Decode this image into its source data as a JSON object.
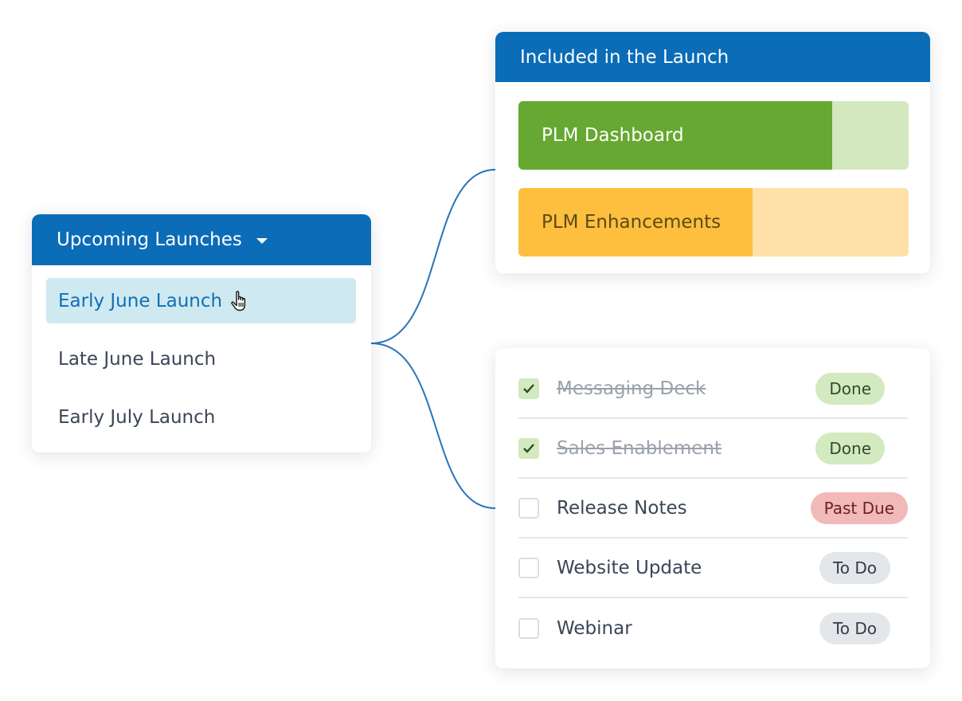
{
  "launches": {
    "title": "Upcoming Launches",
    "items": [
      {
        "label": "Early June Launch",
        "selected": true
      },
      {
        "label": "Late June Launch",
        "selected": false
      },
      {
        "label": "Early July Launch",
        "selected": false
      }
    ]
  },
  "included": {
    "title": "Included in the Launch",
    "items": [
      {
        "label": "PLM Dashboard",
        "progress": 0.805,
        "fill_color": "#66a832",
        "track_color": "#d3e8bf",
        "text_color": "#ffffff"
      },
      {
        "label": "PLM Enhancements",
        "progress": 0.6,
        "fill_color": "#febf3f",
        "track_color": "#ffe1a8",
        "text_color": "#5b4a17"
      }
    ]
  },
  "tasks": {
    "items": [
      {
        "label": "Messaging Deck",
        "checked": true,
        "status": "Done"
      },
      {
        "label": "Sales Enablement",
        "checked": true,
        "status": "Done"
      },
      {
        "label": "Release Notes",
        "checked": false,
        "status": "Past Due"
      },
      {
        "label": "Website Update",
        "checked": false,
        "status": "To Do"
      },
      {
        "label": "Webinar",
        "checked": false,
        "status": "To Do"
      }
    ]
  },
  "colors": {
    "header_blue": "#0b6cb7",
    "connector": "#2a73b8",
    "selected_bg": "#cfe9f1",
    "selected_text": "#0f6fb4"
  }
}
